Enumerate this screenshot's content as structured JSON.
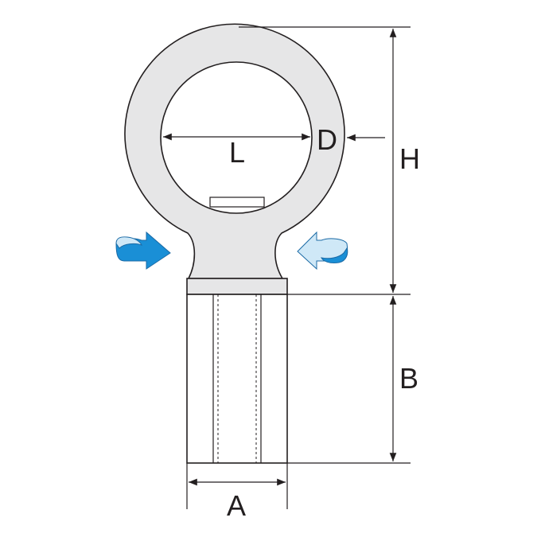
{
  "labels": {
    "ring_inner_diameter": "L",
    "ring_wire_diameter": "D",
    "overall_height": "H",
    "shank_length": "B",
    "shank_width": "A"
  },
  "colors": {
    "line": "#231f20",
    "fill": "#e6e6e7",
    "arrow_blue": "#1a8fd6",
    "arrow_light": "#cfe8f7"
  },
  "icons": {
    "left": "rotate-arrow-icon",
    "right": "rotate-arrow-icon"
  }
}
